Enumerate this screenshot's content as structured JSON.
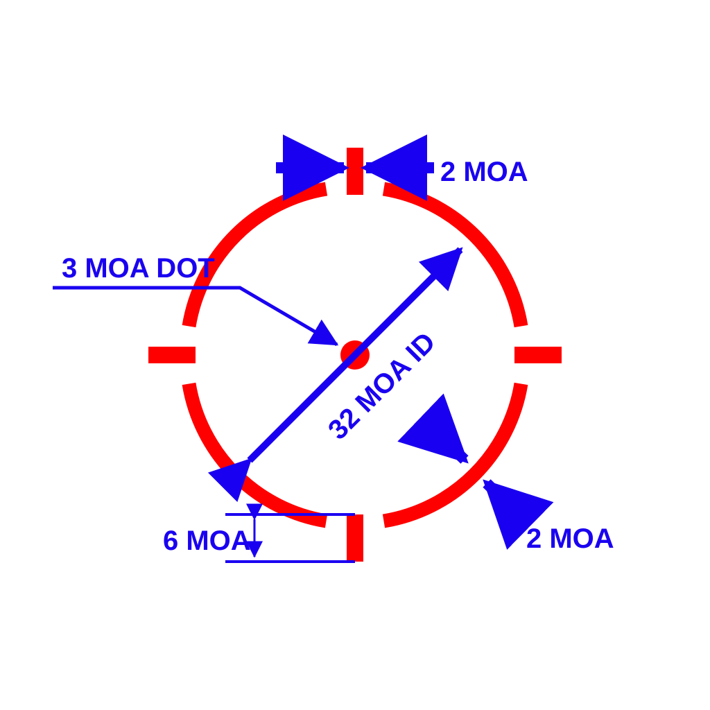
{
  "colors": {
    "reticle": "#ff0000",
    "annotation": "#1a00f0",
    "background": "#ffffff"
  },
  "labels": {
    "gap_width": "2 MOA",
    "dot": "3 MOA DOT",
    "inner_diameter": "32 MOA ID",
    "ring_thickness": "2 MOA",
    "tick_length": "6 MOA"
  }
}
